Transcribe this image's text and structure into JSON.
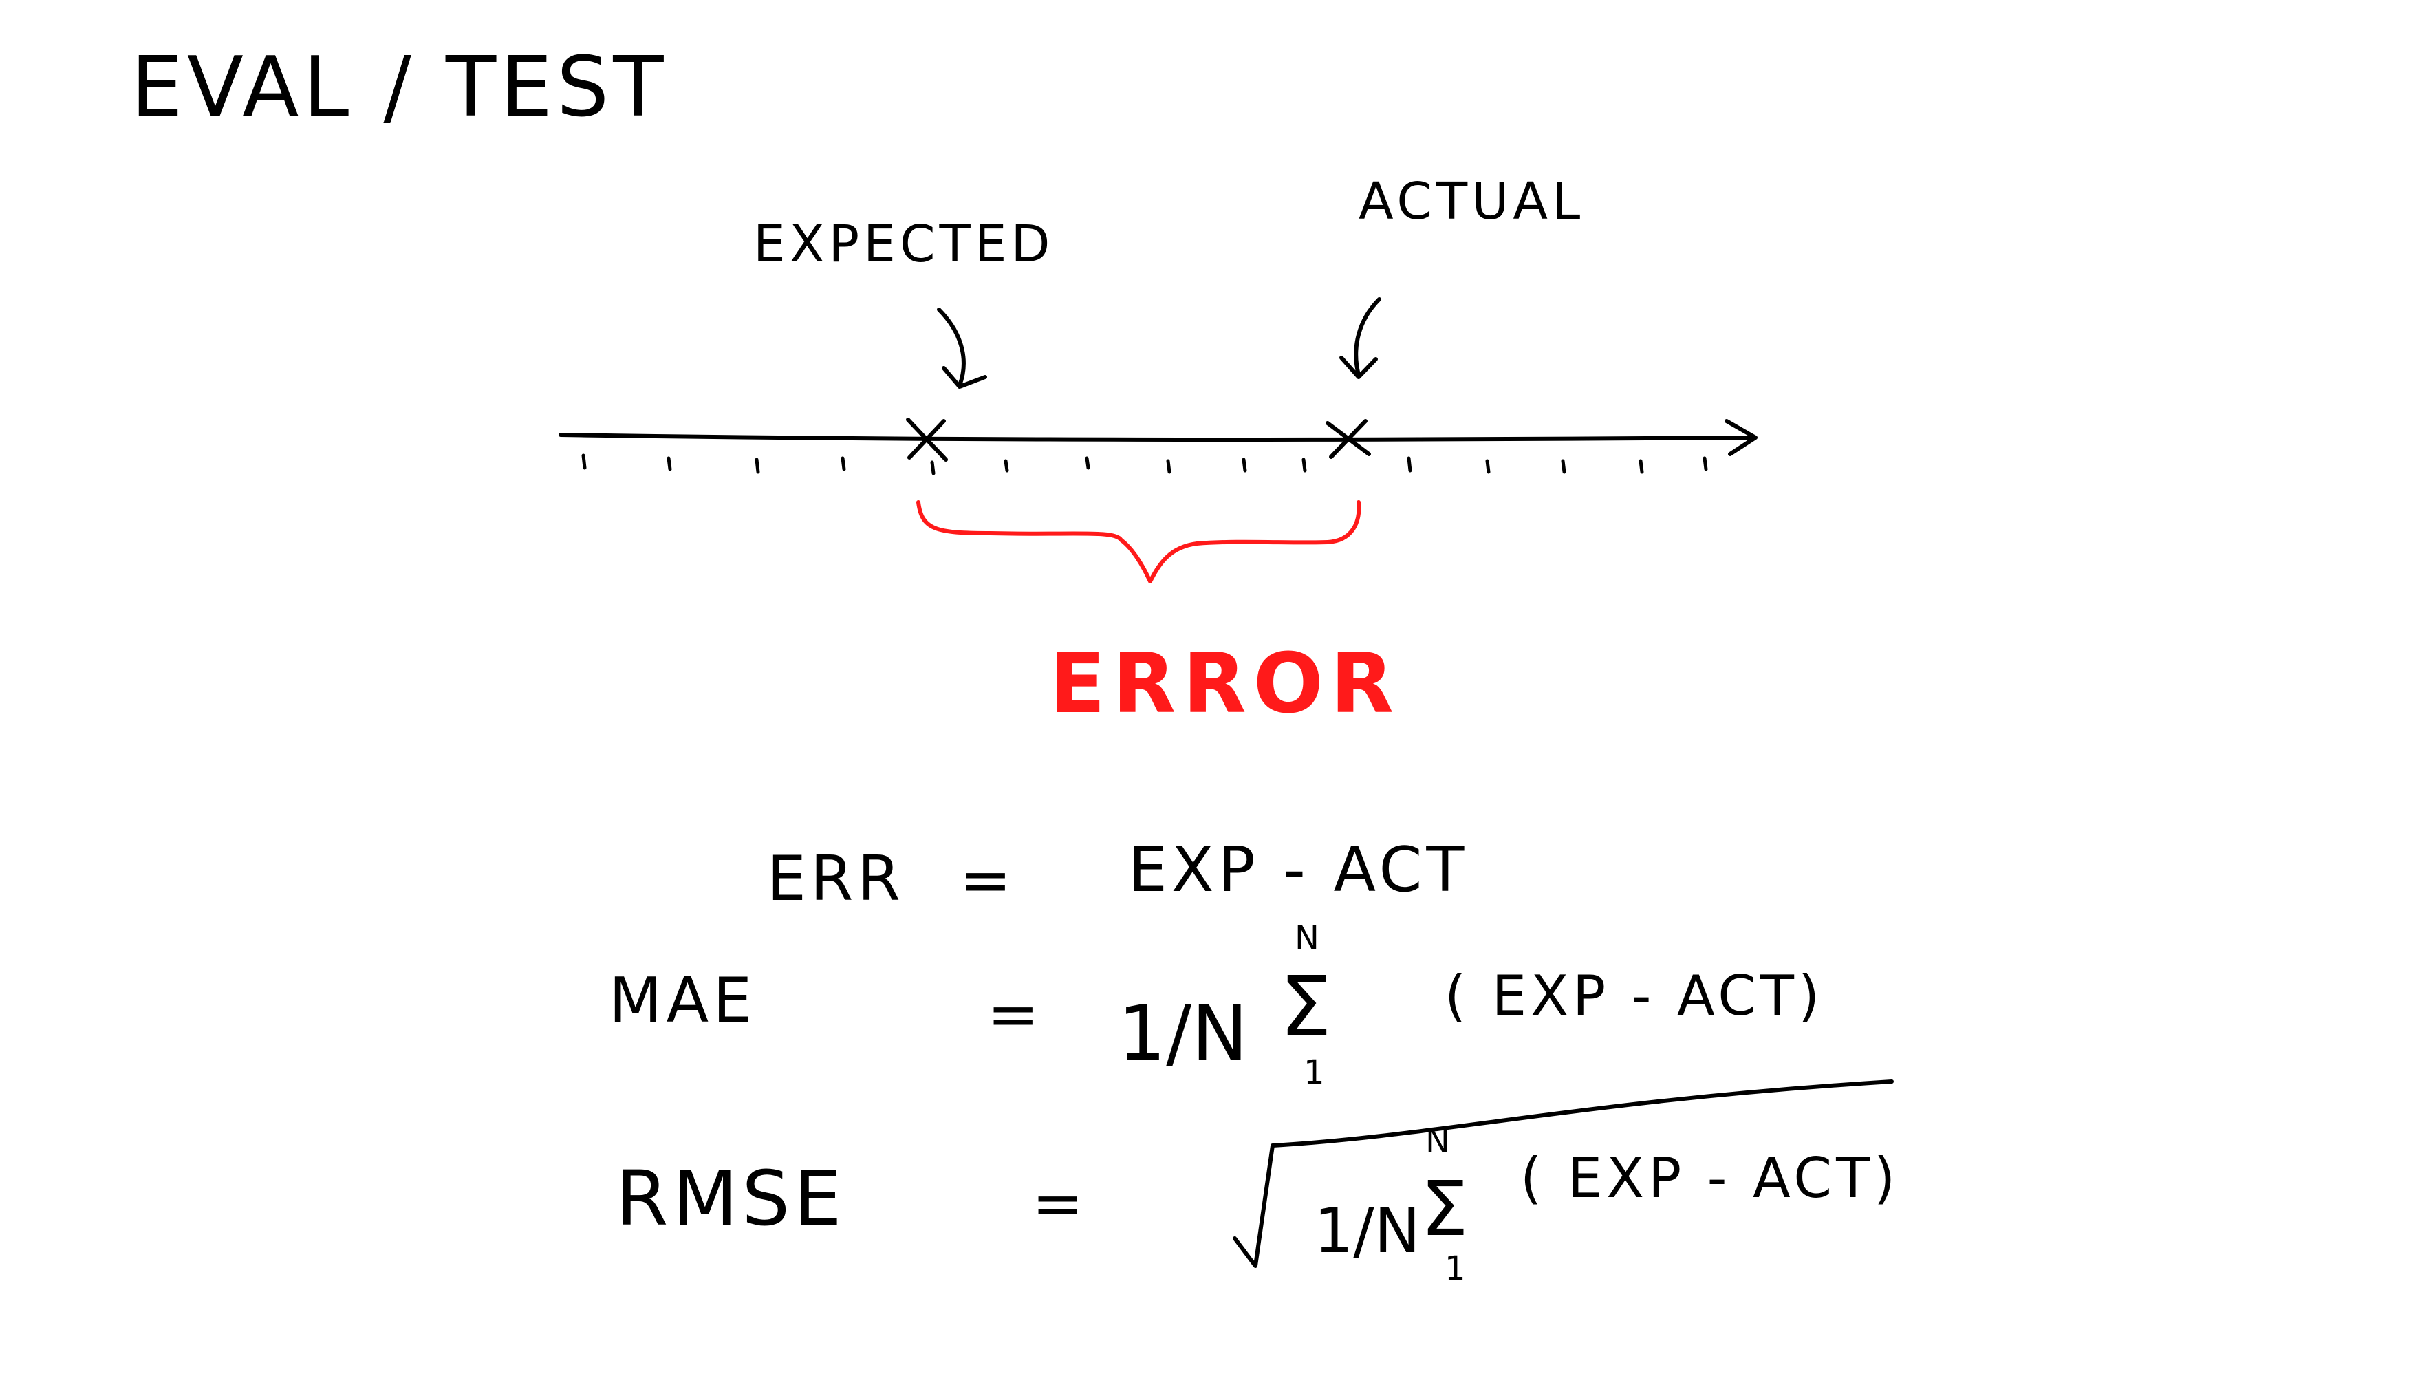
{
  "title": "EVAL / TEST",
  "labels": {
    "expected": "EXPECTED",
    "actual": "ACTUAL",
    "error": "ERROR"
  },
  "formulas": {
    "err": {
      "lhs": "ERR",
      "eq": "=",
      "rhs": "EXP - ACT"
    },
    "mae": {
      "lhs": "MAE",
      "eq": "=",
      "frac": "1/N",
      "sum_top": "N",
      "sum_sym": "Σ",
      "sum_bottom": "1",
      "term": "( EXP - ACT)"
    },
    "rmse": {
      "lhs": "RMSE",
      "eq": "=",
      "frac": "1/N",
      "sum_top": "N",
      "sum_sym": "Σ",
      "sum_bottom": "1",
      "term": "( EXP - ACT)"
    }
  },
  "colors": {
    "ink": "#000000",
    "error": "#ff1a1a"
  }
}
